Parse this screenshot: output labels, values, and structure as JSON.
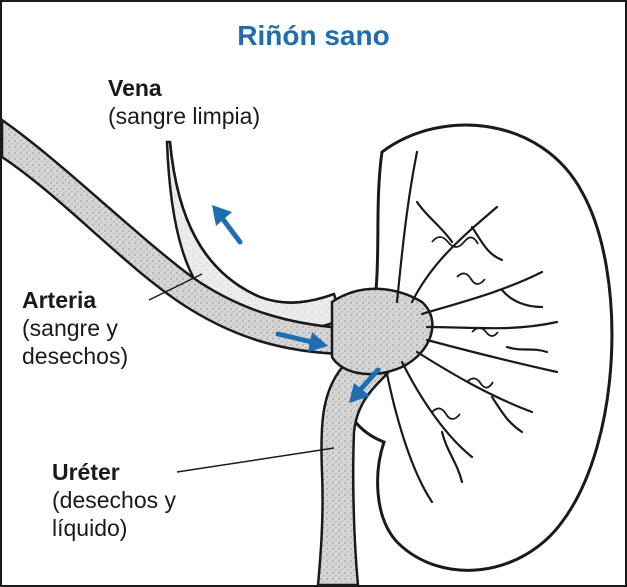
{
  "title": "Riñón sano",
  "colors": {
    "title": "#1f6db0",
    "arrow": "#1f6db0",
    "outline": "#1a1a1a",
    "vessel_fill": "#d9d9d9"
  },
  "labels": {
    "vena": {
      "name": "Vena",
      "note": "(sangre limpia)"
    },
    "arteria": {
      "name": "Arteria",
      "note_line1": "(sangre y",
      "note_line2": "desechos)"
    },
    "ureter": {
      "name": "Uréter",
      "note_line1": "(desechos y",
      "note_line2": "líquido)"
    }
  }
}
